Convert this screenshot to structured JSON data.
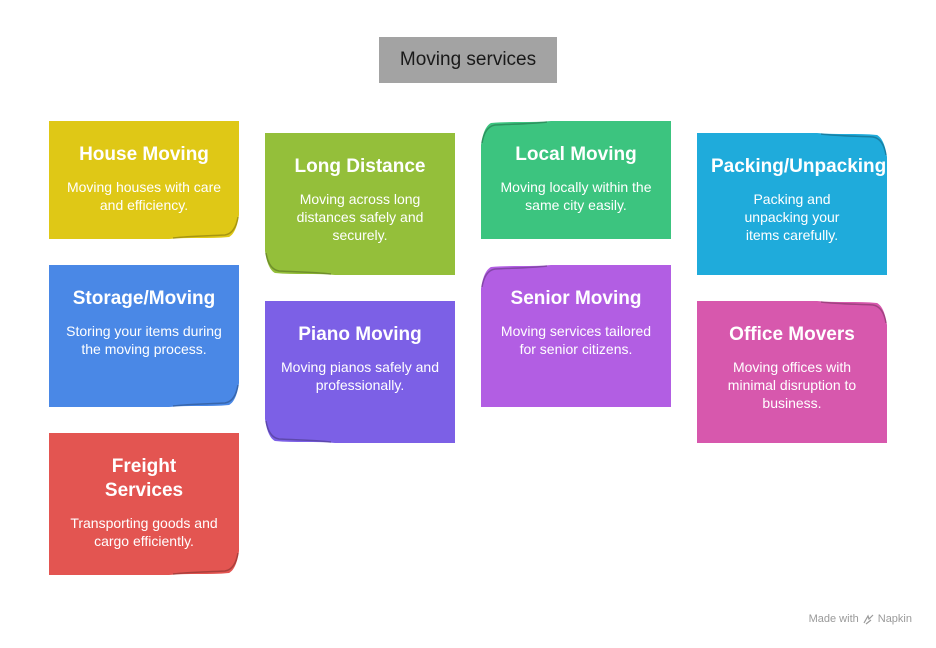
{
  "title": "Moving services",
  "footer": {
    "made_with": "Made with",
    "brand": "Napkin"
  },
  "cards": [
    {
      "id": "house",
      "title": "House Moving",
      "description": "Moving houses with care and efficiency.",
      "color": "#dfc816"
    },
    {
      "id": "long",
      "title": "Long Distance",
      "description": "Moving across long distances safely and securely.",
      "color": "#94bf3a"
    },
    {
      "id": "local",
      "title": "Local Moving",
      "description": "Moving locally within the same city easily.",
      "color": "#3cc47f"
    },
    {
      "id": "packing",
      "title": "Packing/Unpacking",
      "description": "Packing and unpacking your items carefully.",
      "color": "#1fabdb"
    },
    {
      "id": "storage",
      "title": "Storage/Moving",
      "description": "Storing your items during the moving process.",
      "color": "#4a88e6"
    },
    {
      "id": "piano",
      "title": "Piano Moving",
      "description": "Moving pianos safely and professionally.",
      "color": "#7c60e6"
    },
    {
      "id": "senior",
      "title": "Senior Moving",
      "description": "Moving services tailored for senior citizens.",
      "color": "#b25ee3"
    },
    {
      "id": "office",
      "title": "Office Movers",
      "description": "Moving offices with minimal disruption to business.",
      "color": "#d758ad"
    },
    {
      "id": "freight",
      "title": "Freight Services",
      "description": "Transporting goods and cargo efficiently.",
      "color": "#e35551"
    }
  ]
}
